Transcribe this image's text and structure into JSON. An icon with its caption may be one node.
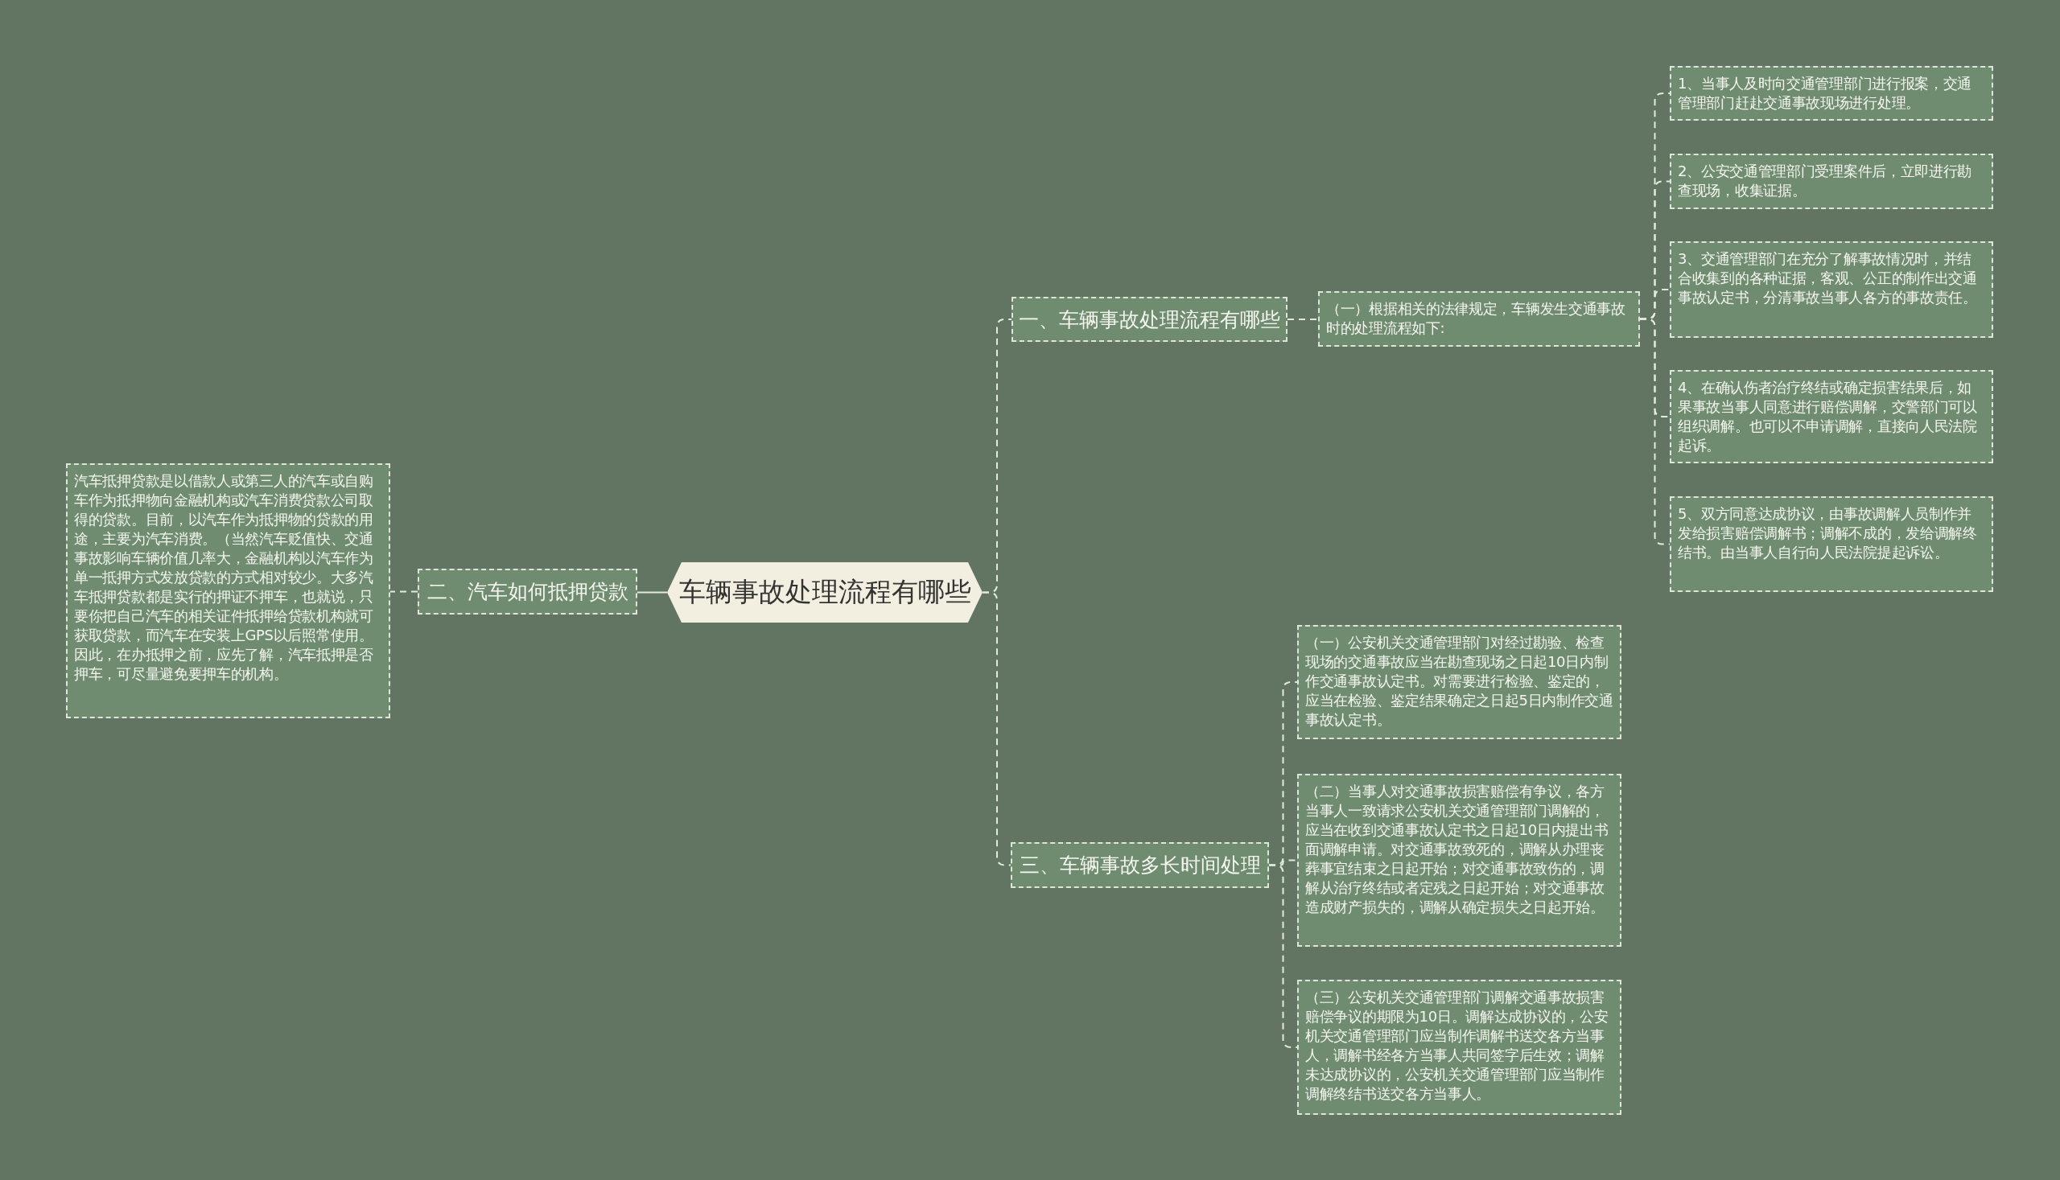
{
  "diagram": {
    "nodes": [
      {
        "text": [
          "车辆事故处理流程有哪些"
        ]
      },
      {
        "text": [
          "一、车辆事故处理流程有哪些"
        ]
      },
      {
        "text": [
          "（一）根据相关的法律规定，车辆发生交通事故时的处理流程如下:"
        ]
      },
      {
        "text": [
          "1、当事人及时向交通管理部门进行报案，交通管理部门赶赴交通事故现场进行处理。"
        ]
      },
      {
        "text": [
          "2、公安交通管理部门受理案件后，立即进行勘查现场，收集证据。"
        ]
      },
      {
        "text": [
          "3、交通管理部门在充分了解事故情况时，并结合收集到的各种证据，客观、公正的制作出交通事故认定书，分清事故当事人各方的事故责任。"
        ]
      },
      {
        "text": [
          "4、在确认伤者治疗终结或确定损害结果后，如果事故当事人同意进行赔偿调解，交警部门可以组织调解。也可以不申请调解，直接向人民法院起诉。"
        ]
      },
      {
        "text": [
          "5、双方同意达成协议，由事故调解人员制作并发给损害赔偿调解书；调解不成的，发给调解终结书。由当事人自行向人民法院提起诉讼。"
        ]
      },
      {
        "text": [
          "二、汽车如何抵押贷款"
        ]
      },
      {
        "text": [
          "汽车抵押贷款是以借款人或第三人的汽车或自购车作为抵押物向金融机构或汽车消费贷款公司取得的贷款。目前，以汽车作为抵押物的贷款的用途，主要为汽车消费。（当然汽车贬值快、交通事故影响车辆价值几率大，金融机构以汽车作为单一抵押方式发放贷款的方式相对较少。大多汽车抵押贷款都是实行的押证不押车，也就说，只要你把自己汽车的相关证件抵押给贷款机构就可获取贷款，而汽车在安装上GPS以后照常使用。因此，在办抵押之前，应先了解，汽车抵押是否押车，可尽量避免要押车的机构。"
        ]
      },
      {
        "text": [
          "三、车辆事故多长时间处理"
        ]
      },
      {
        "text": [
          "（一）公安机关交通管理部门对经过勘验、检查现场的交通事故应当在勘查现场之日起10日内制作交通事故认定书。对需要进行检验、鉴定的，应当在检验、鉴定结果确定之日起5日内制作交通事故认定书。"
        ]
      },
      {
        "text": [
          "（二）当事人对交通事故损害赔偿有争议，各方当事人一致请求公安机关交通管理部门调解的，应当在收到交通事故认定书之日起10日内提出书面调解申请。对交通事故致死的，调解从办理丧葬事宜结束之日起开始；对交通事故致伤的，调解从治疗终结或者定残之日起开始；对交通事故造成财产损失的，调解从确定损失之日起开始。"
        ]
      },
      {
        "text": [
          "（三）公安机关交通管理部门调解交通事故损害赔偿争议的期限为10日。调解达成协议的，公安机关交通管理部门应当制作调解书送交各方当事人，调解书经各方当事人共同签字后生效；调解未达成协议的，公安机关交通管理部门应当制作调解终结书送交各方当事人。"
        ]
      }
    ],
    "edges": [
      {
        "from": 0,
        "to": 1,
        "arrow": "none",
        "style": "dashed"
      },
      {
        "from": 1,
        "to": 2,
        "arrow": "none",
        "style": "dashed"
      },
      {
        "from": 2,
        "to": 3,
        "arrow": "none",
        "style": "dashed"
      },
      {
        "from": 2,
        "to": 4,
        "arrow": "none",
        "style": "dashed"
      },
      {
        "from": 2,
        "to": 5,
        "arrow": "none",
        "style": "dashed"
      },
      {
        "from": 2,
        "to": 6,
        "arrow": "none",
        "style": "dashed"
      },
      {
        "from": 2,
        "to": 7,
        "arrow": "none",
        "style": "dashed"
      },
      {
        "from": 0,
        "to": 8,
        "arrow": "none"
      },
      {
        "from": 8,
        "to": 9,
        "arrow": "none",
        "style": "dashed"
      },
      {
        "from": 0,
        "to": 10,
        "arrow": "none",
        "style": "dashed"
      },
      {
        "from": 10,
        "to": 11,
        "arrow": "none",
        "style": "dashed"
      },
      {
        "from": 10,
        "to": 12,
        "arrow": "none",
        "style": "dashed"
      },
      {
        "from": 10,
        "to": 13,
        "arrow": "none",
        "style": "dashed"
      }
    ]
  }
}
